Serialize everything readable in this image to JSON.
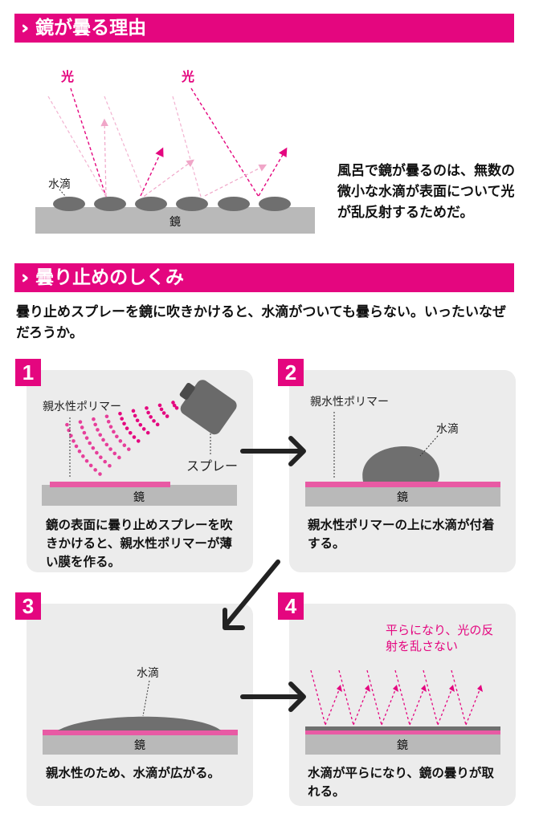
{
  "section1": {
    "heading": "鏡が曇る理由",
    "light_label": "光",
    "water_drop_label": "水滴",
    "mirror_label": "鏡",
    "explanation": "風呂で鏡が曇るのは、無数の微小な水滴が表面について光が乱反射するためだ。"
  },
  "section2": {
    "heading": "曇り止めのしくみ",
    "intro": "曇り止めスプレーを鏡に吹きかけると、水滴がついても曇らない。いったいなぜだろうか。"
  },
  "steps": [
    {
      "number": "1",
      "polymer_label": "親水性ポリマー",
      "spray_label": "スプレー",
      "mirror_label": "鏡",
      "caption": "鏡の表面に曇り止めスプレーを吹きかけると、親水性ポリマーが薄い膜を作る。"
    },
    {
      "number": "2",
      "polymer_label": "親水性ポリマー",
      "drop_label": "水滴",
      "mirror_label": "鏡",
      "caption": "親水性ポリマーの上に水滴が付着する。"
    },
    {
      "number": "3",
      "drop_label": "水滴",
      "mirror_label": "鏡",
      "caption": "親水性のため、水滴が広がる。"
    },
    {
      "number": "4",
      "note": "平らになり、光の反射を乱さない",
      "mirror_label": "鏡",
      "caption": "水滴が平らになり、鏡の曇りが取れる。"
    }
  ],
  "colors": {
    "accent": "#e4067f",
    "panel": "#ececec",
    "mirror": "#b9b9b9",
    "drop": "#6f6f6f",
    "arrow": "#222222"
  }
}
